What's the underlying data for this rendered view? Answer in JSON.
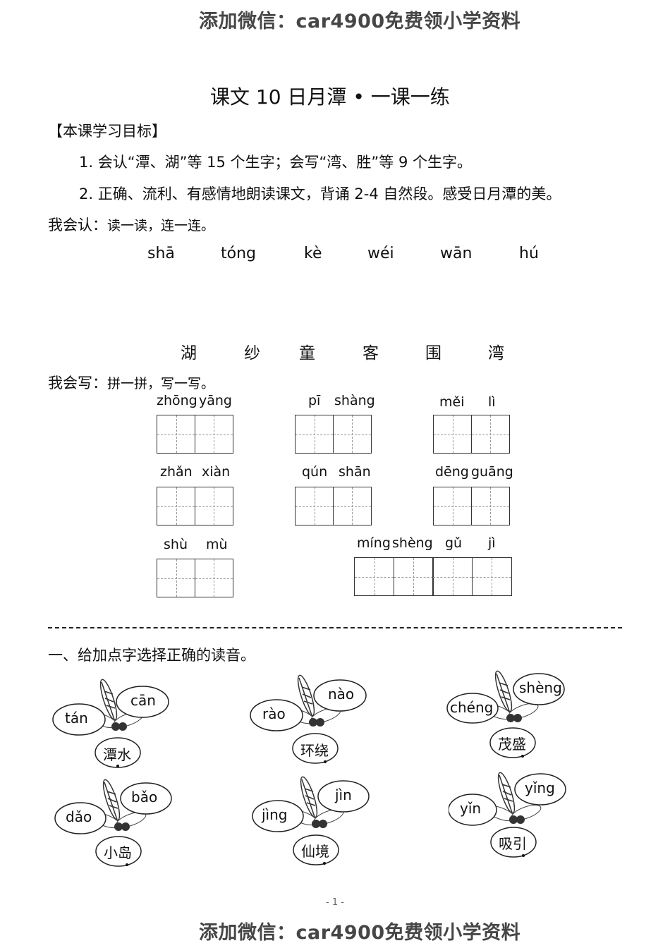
{
  "watermark": "添加微信：car4900免费领小学资料",
  "title": "课文 10  日月潭 • 一课一练",
  "goals": {
    "heading": "【本课学习目标】",
    "item1": "1. 会认“潭、湖”等 15 个生字；会写“湾、胜”等 9 个生字。",
    "item2": "2. 正确、流利、有感情地朗读课文，背诵 2-4 自然段。感受日月潭的美。"
  },
  "recognize": {
    "label": "我会认：",
    "instruction": "读一读，连一连。",
    "pinyin": [
      "shā",
      "tóng",
      "kè",
      "wéi",
      "wān",
      "hú"
    ],
    "hanzi": [
      "湖",
      "纱",
      "童",
      "客",
      "围",
      "湾"
    ]
  },
  "write": {
    "label": "我会写：",
    "instruction": "拼一拼，写一写。",
    "items": [
      {
        "p1": "zhōng",
        "p2": "yāng"
      },
      {
        "p1": "pī",
        "p2": "shàng"
      },
      {
        "p1": "měi",
        "p2": "lì"
      },
      {
        "p1": "zhǎn",
        "p2": "xiàn"
      },
      {
        "p1": "qún",
        "p2": "shān"
      },
      {
        "p1": "dēng",
        "p2": "guāng"
      },
      {
        "p1": "shù",
        "p2": "mù"
      },
      {
        "p1": "míng",
        "p2": "shèng",
        "p3": "gǔ",
        "p4": "jì"
      }
    ]
  },
  "section1": {
    "heading": "一、给加点字选择正确的读音。",
    "dragonflies": [
      {
        "a": "tán",
        "b": "cān",
        "word": "潭水"
      },
      {
        "a": "rào",
        "b": "nào",
        "word": "环绕"
      },
      {
        "a": "chéng",
        "b": "shèng",
        "word": "茂盛"
      },
      {
        "a": "dǎo",
        "b": "bǎo",
        "word": "小岛"
      },
      {
        "a": "jìng",
        "b": "jìn",
        "word": "仙境"
      },
      {
        "a": "yǐn",
        "b": "yǐng",
        "word": "吸引"
      }
    ]
  },
  "page_number": "- 1 -"
}
